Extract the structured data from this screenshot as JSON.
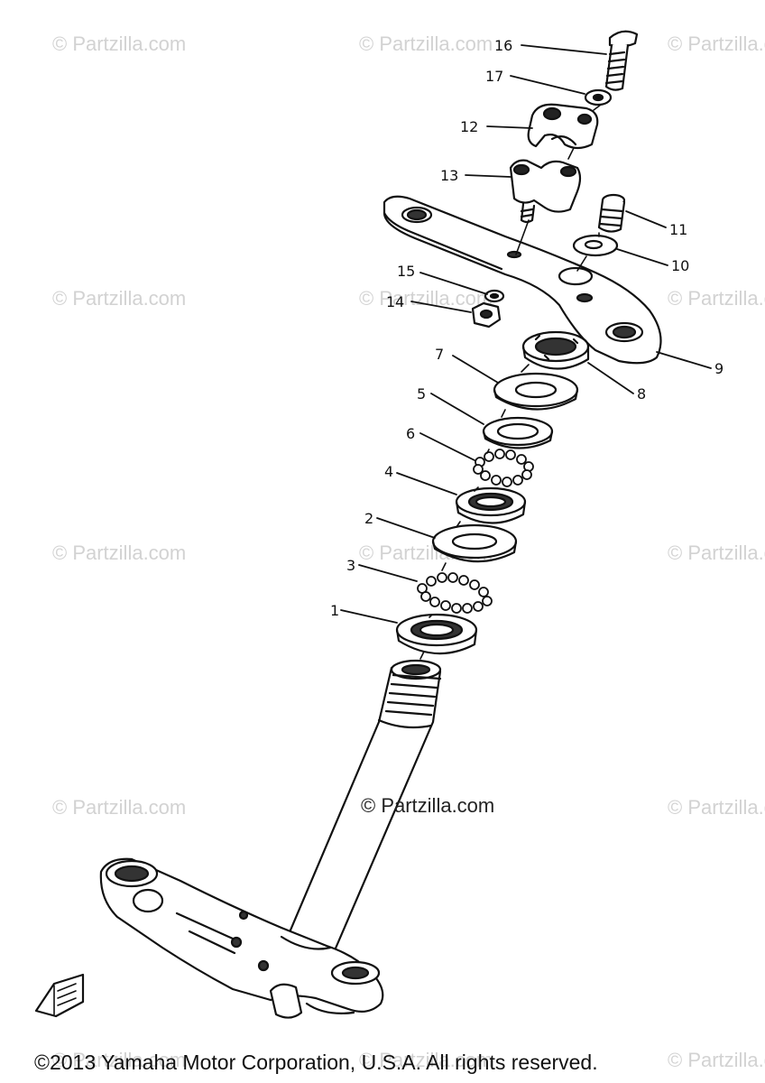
{
  "watermark": {
    "text": "© Partzilla.com",
    "center_text": "© Partzilla.com"
  },
  "copyright": "©2013 Yamaha Motor Corporation, U.S.A. All rights reserved.",
  "callouts": [
    {
      "num": "1"
    },
    {
      "num": "2"
    },
    {
      "num": "3"
    },
    {
      "num": "4"
    },
    {
      "num": "5"
    },
    {
      "num": "6"
    },
    {
      "num": "7"
    },
    {
      "num": "8"
    },
    {
      "num": "9"
    },
    {
      "num": "10"
    },
    {
      "num": "11"
    },
    {
      "num": "12"
    },
    {
      "num": "13"
    },
    {
      "num": "14"
    },
    {
      "num": "15"
    },
    {
      "num": "16"
    },
    {
      "num": "17"
    }
  ]
}
